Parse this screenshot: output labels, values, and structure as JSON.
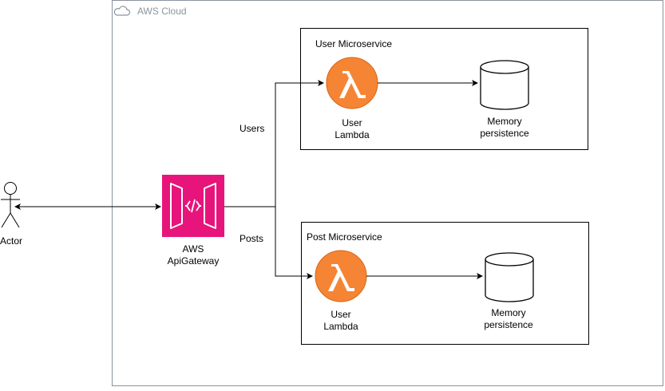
{
  "cloud": {
    "label": "AWS Cloud"
  },
  "actor": {
    "label": "Actor"
  },
  "gateway": {
    "label_line1": "AWS",
    "label_line2": "ApiGateway",
    "icon": "api-gateway-icon",
    "color": "#e7157b"
  },
  "routes": {
    "users": "Users",
    "posts": "Posts"
  },
  "user_service": {
    "title": "User Microservice",
    "lambda": {
      "line1": "User",
      "line2": "Lambda"
    },
    "storage": {
      "line1": "Memory",
      "line2": "persistence"
    }
  },
  "post_service": {
    "title": "Post Microservice",
    "lambda": {
      "line1": "User",
      "line2": "Lambda"
    },
    "storage": {
      "line1": "Memory",
      "line2": "persistence"
    }
  },
  "colors": {
    "lambda": "#f58534",
    "cloud_border": "#8a949e"
  }
}
